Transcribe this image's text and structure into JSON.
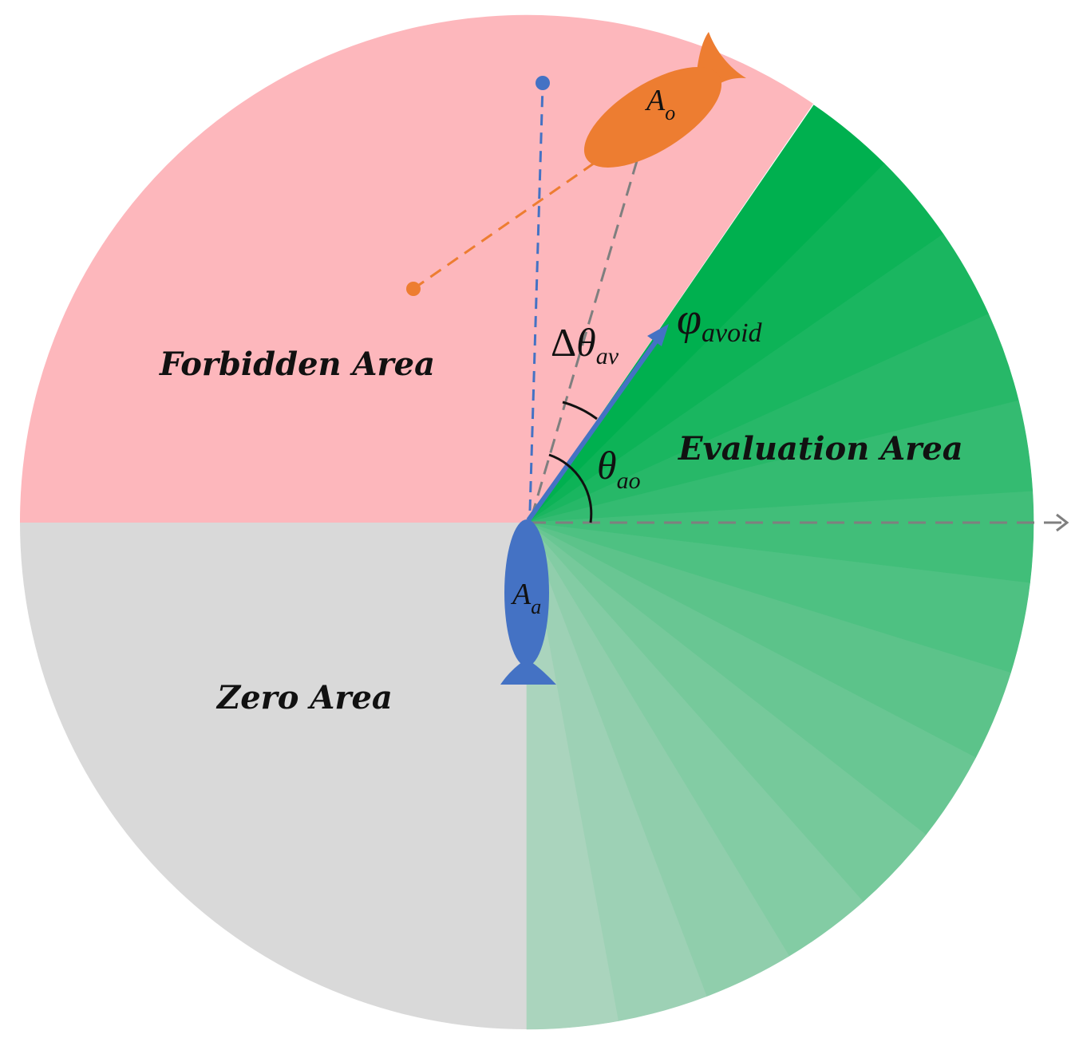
{
  "labels": {
    "forbidden_area": "Forbidden Area",
    "evaluation_area": "Evaluation Area",
    "zero_area": "Zero Area"
  },
  "symbols": {
    "agent_a_main": "A",
    "agent_a_sub": "a",
    "agent_o_main": "A",
    "agent_o_sub": "o",
    "phi_main": "φ",
    "phi_sub": "avoid",
    "delta_prefix": "Δ",
    "delta_main": "θ",
    "delta_sub": "av",
    "theta_main": "θ",
    "theta_sub": "ao"
  },
  "colors": {
    "forbidden": "#fdb7bc",
    "zero": "#d9d9d9",
    "evaluation_dark": "#00b04f",
    "evaluation_light": "#aad4bd",
    "agent_a": "#4472c4",
    "agent_o": "#ed7d31",
    "reference_line": "#7f7f7f"
  }
}
